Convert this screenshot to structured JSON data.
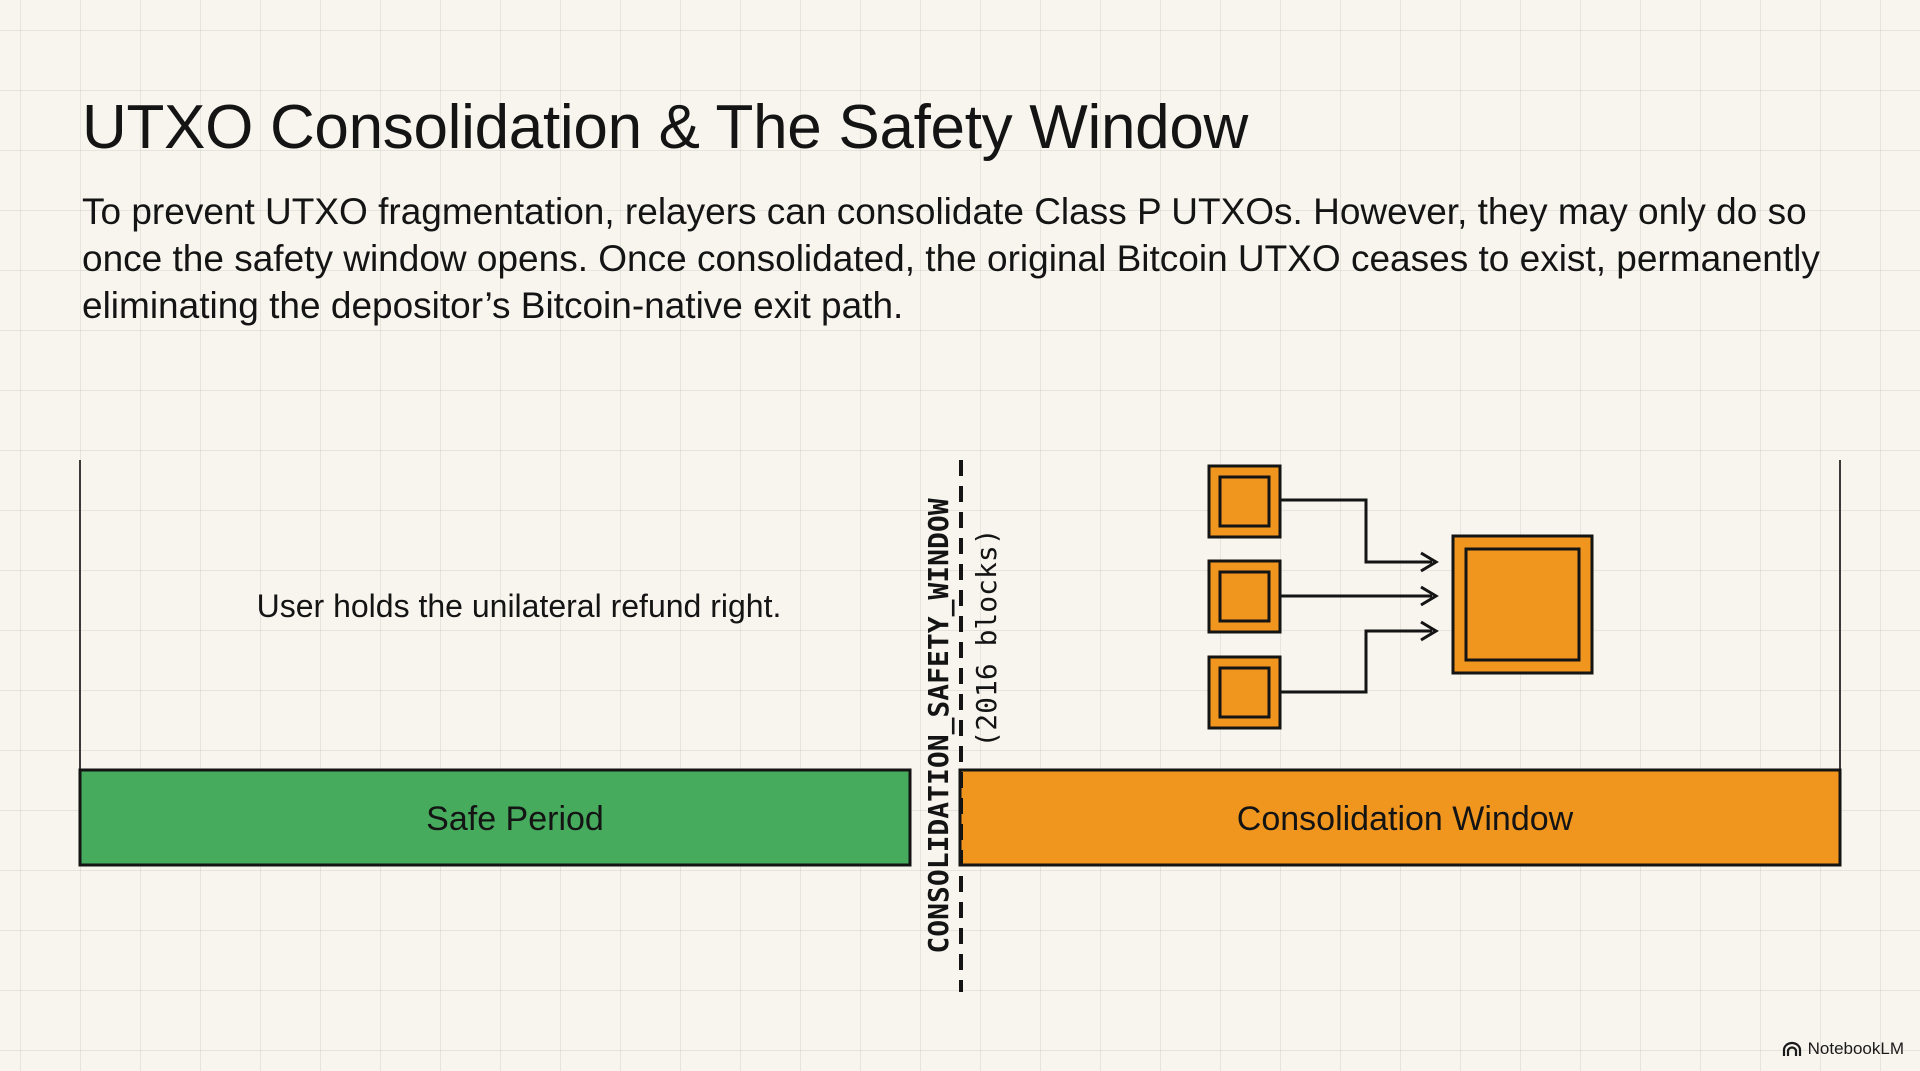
{
  "slide": {
    "title": "UTXO Consolidation & The Safety Window",
    "intro": "To prevent UTXO fragmentation, relayers can consolidate Class P UTXOs. However, they may only do so once the safety window opens. Once consolidated, the original Bitcoin UTXO ceases to exist, permanently eliminating the depositor’s Bitcoin-native exit path."
  },
  "timeline": {
    "safe_period_label": "Safe Period",
    "consolidation_window_label": "Consolidation Window",
    "user_note": "User holds the unilateral refund right.",
    "boundary_label": "CONSOLIDATION_SAFETY_WINDOW",
    "boundary_sublabel": "(2016 blocks)"
  },
  "colors": {
    "background": "#f7f5ee",
    "safe": "#46ab5d",
    "consolidation": "#f0961f",
    "stroke": "#141414"
  },
  "consolidation_diagram": {
    "input_utxo_count": 3,
    "output_utxo_count": 1
  },
  "branding": {
    "name": "NotebookLM",
    "icon": "notebooklm-logo-icon"
  }
}
